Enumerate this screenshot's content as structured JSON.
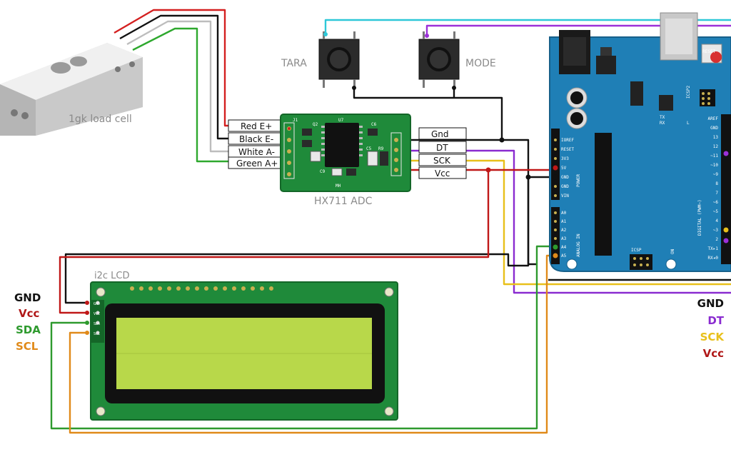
{
  "labels": {
    "load_cell": "1gk load cell",
    "hx711": "HX711 ADC",
    "tara": "TARA",
    "mode": "MODE",
    "lcd": "i2c LCD",
    "hx_chip": "U7",
    "hx_mh": "MH",
    "hx_j1": "J1",
    "hx_q2": "Q2",
    "hx_c6": "C6",
    "hx_c5": "C5",
    "hx_r9": "R9",
    "hx_c9": "C9"
  },
  "loadcell_wires": [
    {
      "label": "Red E+",
      "color": "#d42020"
    },
    {
      "label": "Black E-",
      "color": "#111111"
    },
    {
      "label": "White A-",
      "color": "#b8b8b8"
    },
    {
      "label": "Green A+",
      "color": "#2ea82e"
    }
  ],
  "hx711_outputs": [
    {
      "label": "Gnd",
      "color": "#111111"
    },
    {
      "label": "DT",
      "color": "#8a2bd0"
    },
    {
      "label": "SCK",
      "color": "#e8c01a"
    },
    {
      "label": "Vcc",
      "color": "#c01818"
    }
  ],
  "lcd_pins": [
    {
      "label": "GND",
      "color": "#111111"
    },
    {
      "label": "Vcc",
      "color": "#b01818"
    },
    {
      "label": "SDA",
      "color": "#2e9a2e"
    },
    {
      "label": "SCL",
      "color": "#e08a1a"
    }
  ],
  "lcd_pin_tags": [
    "GND",
    "VCC",
    "SDA",
    "SCL"
  ],
  "right_legend": [
    {
      "label": "GND",
      "color": "#111111"
    },
    {
      "label": "DT",
      "color": "#8a2bd0"
    },
    {
      "label": "SCK",
      "color": "#e8c01a"
    },
    {
      "label": "Vcc",
      "color": "#b01818"
    }
  ],
  "arduino": {
    "power_pins": [
      "IOREF",
      "RESET",
      "3V3",
      "5V",
      "GND",
      "GND",
      "VIN"
    ],
    "analog_pins": [
      "A0",
      "A1",
      "A2",
      "A3",
      "A4",
      "A5"
    ],
    "power_header": "POWER",
    "analog_header": "ANALOG IN",
    "digital_pins": [
      "AREF",
      "GND",
      "13",
      "12",
      "~11",
      "~10",
      "~9",
      "8",
      "7",
      "~6",
      "~5",
      "4",
      "~3",
      "2",
      "TX▸1",
      "RX◂0"
    ],
    "digital_header": "DIGITAL (PWM~)",
    "icsp": "ICSP",
    "icsp2": "ICSP2",
    "tx": "TX",
    "rx": "RX",
    "l": "L",
    "on": "ON",
    "reset": "RESET"
  },
  "colors": {
    "red": "#d42020",
    "black": "#111111",
    "white": "#b8b8b8",
    "green": "#2ea82e",
    "purple": "#8a2bd0",
    "yellow": "#e8c01a",
    "orange": "#e08a1a",
    "cyan": "#2ec8d8",
    "board_blue": "#1f7fb6",
    "pcb_green": "#1f8a3a",
    "lcd_green": "#b8d84a"
  }
}
